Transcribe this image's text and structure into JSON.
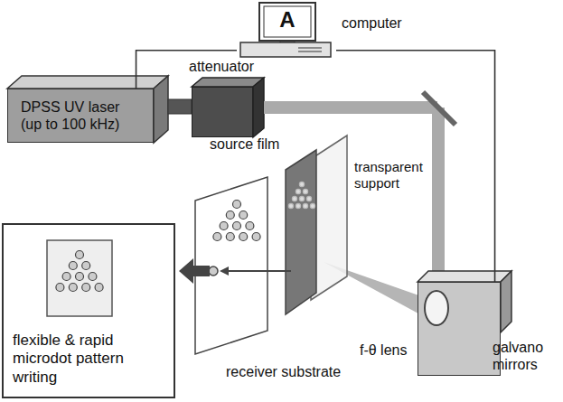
{
  "diagram": {
    "nodes": [
      {
        "text": [
          "A",
          "computer"
        ]
      },
      {
        "text": [
          "DPSS UV laser (up to 100 kHz)"
        ]
      },
      {
        "text": [
          "attenuator"
        ]
      },
      {
        "text": [
          "galvano mirrors"
        ]
      },
      {
        "text": [
          "flexible & rapid microdot pattern writing"
        ]
      }
    ],
    "edges": [
      {
        "from": 0,
        "to": 1,
        "arrow": "none"
      },
      {
        "from": 0,
        "to": 3,
        "arrow": "none"
      }
    ],
    "labels": [
      "source film",
      "transparent support",
      "f-θ lens",
      "receiver substrate"
    ]
  }
}
